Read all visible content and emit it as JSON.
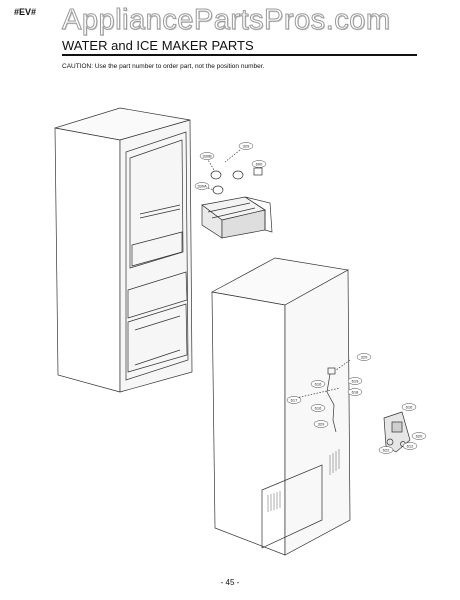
{
  "header": {
    "tag": "#EV#",
    "watermark": "AppliancePartsPros.com",
    "title": "WATER and ICE MAKER PARTS",
    "caution": "CAUTION: Use the part number to order part, not the position number."
  },
  "callouts": {
    "c1": "329",
    "c2": "330B",
    "c3": "600",
    "c4": "330A",
    "c5": "329",
    "c6": "616",
    "c7": "619",
    "c8": "617",
    "c9": "616",
    "c10": "618",
    "c11": "329",
    "c12": "616",
    "c13": "620",
    "c14": "612",
    "c15": "622"
  },
  "footer": {
    "page": "- 45 -"
  }
}
